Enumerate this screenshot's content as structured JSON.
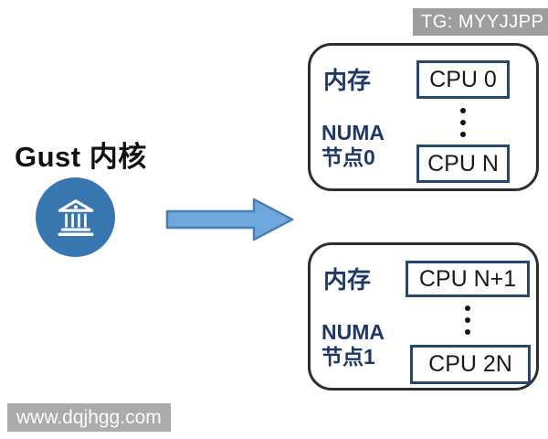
{
  "badge": {
    "text": "TG: MYYJJPP"
  },
  "guest": {
    "label": "Gust 内核",
    "icon": "bank-icon"
  },
  "arrow": {
    "direction": "right"
  },
  "nodes": [
    {
      "memory_label": "内存",
      "numa_line1": "NUMA",
      "numa_line2": "节点0",
      "cpu_top": "CPU 0",
      "cpu_bottom": "CPU N"
    },
    {
      "memory_label": "内存",
      "numa_line1": "NUMA",
      "numa_line2": "节点1",
      "cpu_top": "CPU N+1",
      "cpu_bottom": "CPU 2N"
    }
  ],
  "watermark": {
    "text": "www.dqjhgg.com"
  },
  "colors": {
    "node_border": "#2e2e2e",
    "label_navy": "#1f3864",
    "cpu_border": "#24496e",
    "arrow_fill": "#6fa8dc",
    "arrow_stroke": "#4a7ebb",
    "circle_blue": "#3876b0",
    "badge_bg": "#9e9e9e",
    "watermark_bg": "#ababab"
  }
}
